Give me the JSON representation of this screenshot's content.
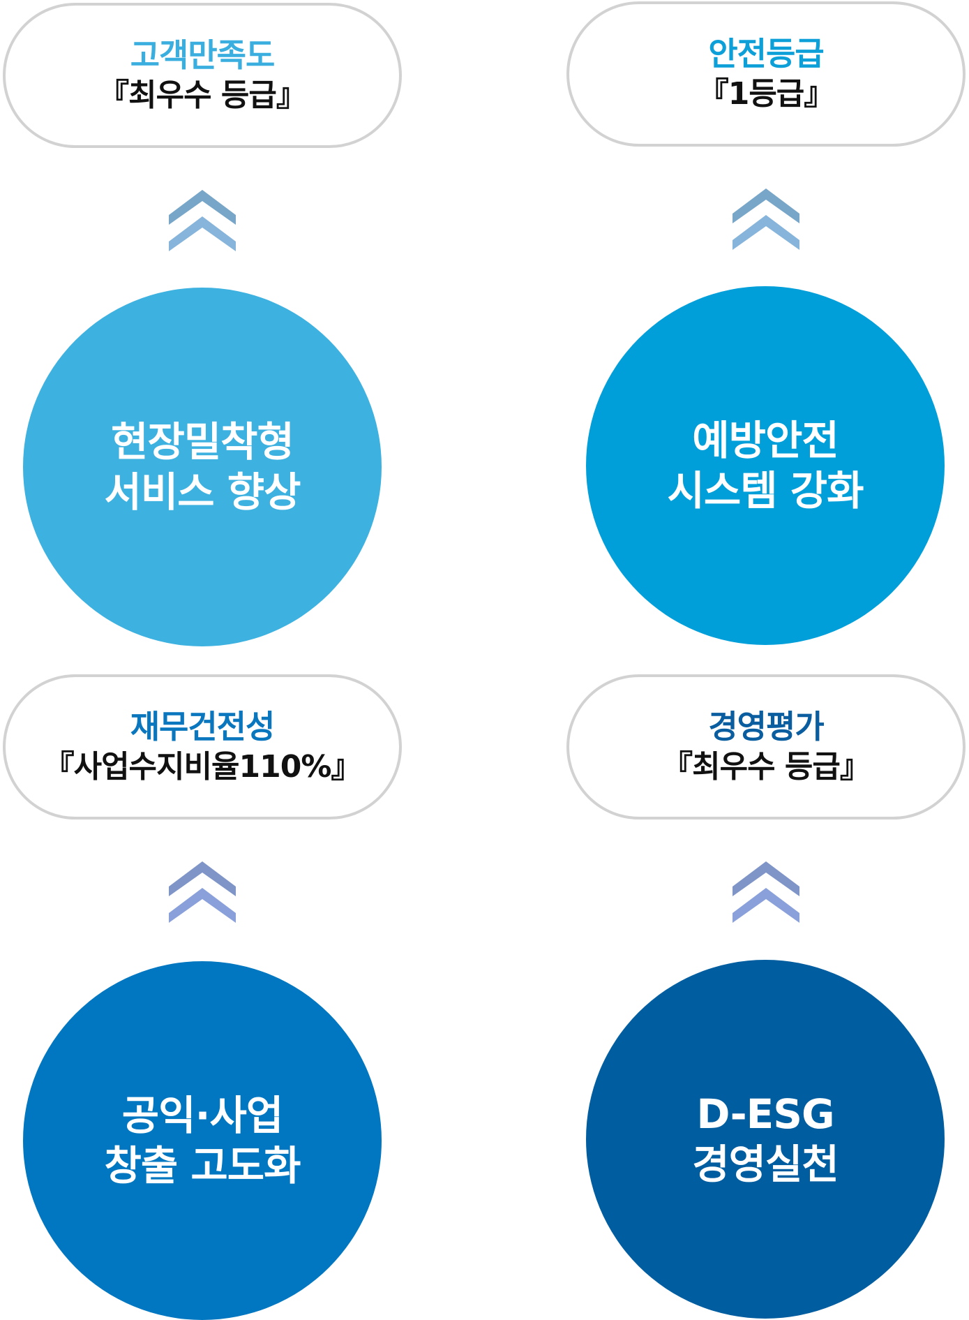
{
  "colors": {
    "pill_border": "#d2d2d2",
    "circle_1": "#3db1e0",
    "circle_2": "#009fda",
    "circle_3": "#0077c0",
    "circle_4": "#005da0"
  },
  "items": [
    {
      "pill_title": "고객만족도",
      "pill_value": "『최우수 등급』",
      "title_color": "#3aaedf",
      "circle_line1": "현장밀착형",
      "circle_line2": "서비스 향상",
      "chevron_colors": [
        "#78a6c8",
        "#86b4da"
      ],
      "icon": "double-chevron-up-icon"
    },
    {
      "pill_title": "안전등급",
      "pill_value": "『1등급』",
      "title_color": "#0d9fd8",
      "circle_line1": "예방안전",
      "circle_line2": "시스템 강화",
      "chevron_colors": [
        "#78a6c8",
        "#86b4da"
      ],
      "icon": "double-chevron-up-icon"
    },
    {
      "pill_title": "재무건전성",
      "pill_value": "『사업수지비율110%』",
      "title_color": "#0a76bd",
      "circle_line1": "공익·사업",
      "circle_line2": "창출 고도화",
      "chevron_colors": [
        "#7f95c8",
        "#8aa0da"
      ],
      "icon": "double-chevron-up-icon"
    },
    {
      "pill_title": "경영평가",
      "pill_value": "『최우수 등급』",
      "title_color": "#0a5ea0",
      "circle_line1": "D-ESG",
      "circle_line2": "경영실천",
      "chevron_colors": [
        "#7f95c8",
        "#8aa0da"
      ],
      "icon": "double-chevron-up-icon"
    }
  ]
}
